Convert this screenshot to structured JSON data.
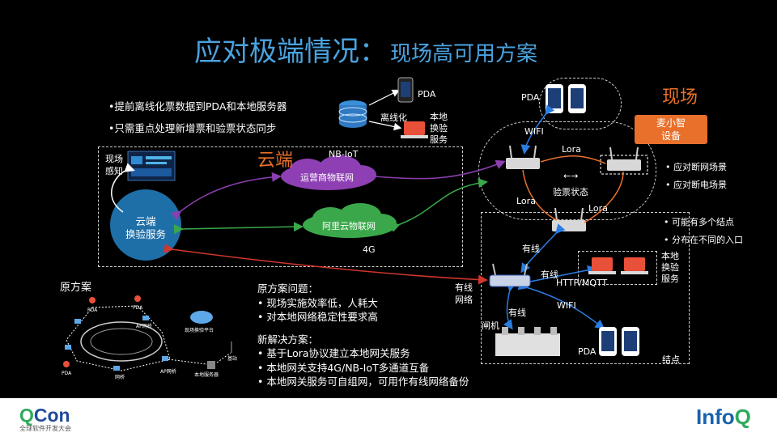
{
  "title": {
    "main": "应对极端情况：",
    "sub": "现场高可用方案"
  },
  "intro_bullets": [
    "•提前离线化票数据到PDA和本地服务器",
    "•只需重点处理新增票和验票状态同步"
  ],
  "top_icons": {
    "pda": "PDA",
    "offline": "离线化",
    "local_service": [
      "本地",
      "换验",
      "服务"
    ]
  },
  "cloud": {
    "title": "云端",
    "scene": [
      "现场",
      "感知"
    ],
    "service": [
      "云端",
      "换验服务"
    ],
    "nbiot": "NB-IoT",
    "carrier": "运营商物联网",
    "aliyun": "阿里云物联网",
    "g4": "4G"
  },
  "site": {
    "title": "现场",
    "pda": "PDA",
    "wifi": "WIFI",
    "maixiaozhi": [
      "麦小智",
      "设备"
    ],
    "lora_top": "Lora",
    "lora_left": "Lora",
    "lora_right": "Lora",
    "sync": "←→",
    "sync_label": "验票状态",
    "offline_bullets": [
      "•  应对断网场景",
      "•  应对断电场景"
    ],
    "node_bullets": [
      "• 可能有多个结点",
      "• 分布在不同的入口"
    ],
    "wired1": "有线",
    "wired2": "有线",
    "wired3": "有线",
    "wired_network": [
      "有线",
      "网络"
    ],
    "http": "HTTP/MQTT",
    "wifi2": "WIFI",
    "gate": "闸机",
    "pda2": "PDA",
    "node": "结点",
    "local_service": [
      "本地",
      "换验",
      "服务"
    ]
  },
  "original": {
    "label": "原方案",
    "pda1": "PDA",
    "pda2": "PDA",
    "pda3": "PDA",
    "ap1": "AP网桥",
    "ap2": "AP网桥",
    "bridge": "网桥",
    "platform": "现场换验平台",
    "station": "基站",
    "server": "本地服务器"
  },
  "plan": {
    "problem_title": "原方案问题：",
    "problems": [
      "•  现场实施效率低，人耗大",
      "•  对本地网络稳定性要求高"
    ],
    "solution_title": "新解决方案：",
    "solutions": [
      "•  基于Lora协议建立本地网关服务",
      "•  本地网关支持4G/NB-IoT多通道互备",
      "•  本地网关服务可自组网，可用作有线网络备份"
    ]
  },
  "footer": {
    "qcon_q": "Q",
    "qcon_con": "Con",
    "qcon_sub": "全球软件开发大会",
    "infoq_info": "Info",
    "infoq_q": "Q"
  },
  "colors": {
    "title": "#4aa3df",
    "accent": "#e8702a",
    "cloud_blue": "#1e6fa8",
    "purple": "#8b3fb0",
    "green": "#3aa84a",
    "red": "#d0362c"
  }
}
